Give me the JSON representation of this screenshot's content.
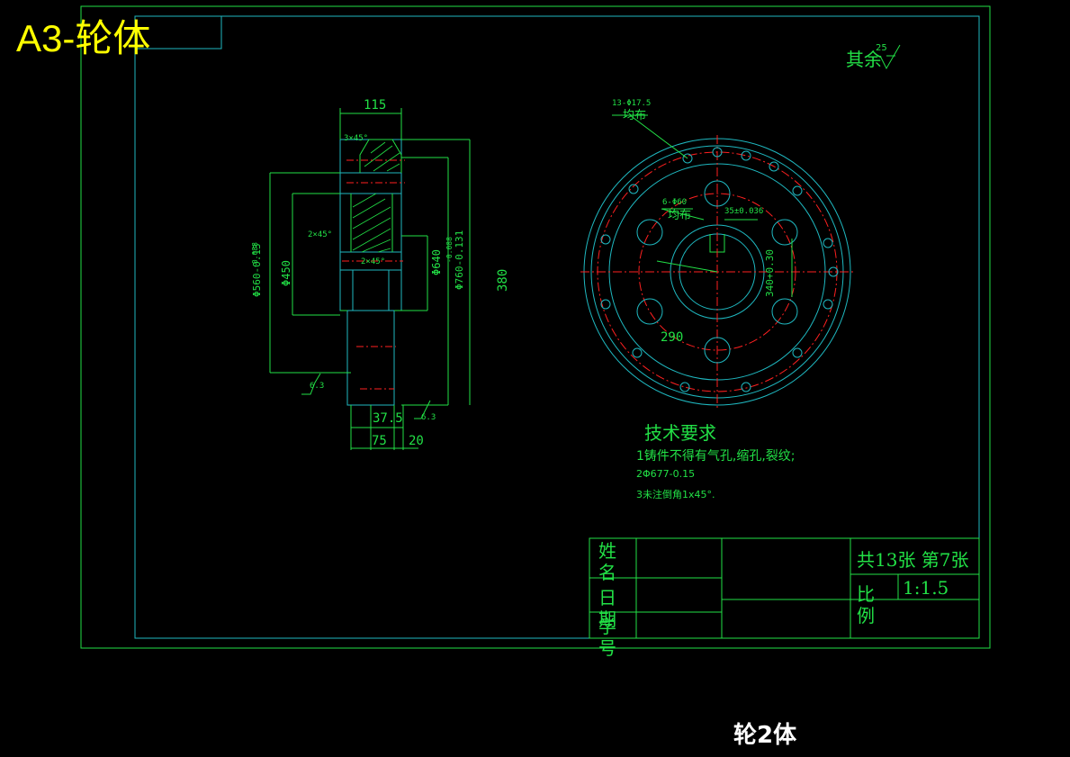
{
  "sheet": {
    "title": "A3-轮体",
    "surface_finish_note": "其余",
    "surface_finish_value": "25",
    "bottom_caption": "轮2体"
  },
  "side_view": {
    "dim_top": "115",
    "dim_chamfer_top": "3×45°",
    "dim_chamfer_mid": "2×45°",
    "dim_chamfer_inner": "2×45°",
    "dim_d560": "Φ560-0.13",
    "dim_d560_tol": "-0.088",
    "dim_d450": "Φ450",
    "dim_d640": "Φ640",
    "dim_d760": "Φ760-0.131",
    "dim_d760_tol": "-0.088",
    "dim_h380": "380",
    "dim_375": "37.5",
    "dim_75": "75",
    "dim_20": "20",
    "roughness_a": "6.3",
    "roughness_b": "6.3"
  },
  "front_view": {
    "holes13_label": "13-Φ17.5",
    "holes13_sub": "均布",
    "holes6_label": "6-Φ60",
    "holes6_sub": "均布",
    "keyway_width": "35±0.036",
    "keyway_depth": "340+0.30",
    "dim_290": "290"
  },
  "tech": {
    "heading": "技术要求",
    "item1": "1铸件不得有气孔,缩孔,裂纹;",
    "item2": "2Φ677-0.15",
    "item3": "3未注倒角1x45°."
  },
  "title_block": {
    "name_label": "姓名",
    "date_label": "日期",
    "student_id_label": "学号",
    "sheets": "共13张  第7张",
    "scale_label": "比例",
    "scale_value": "1:1.5"
  },
  "colors": {
    "outline": "#22e046",
    "cyan": "#1fb8c0",
    "red": "#ff2020",
    "title": "#ffff00"
  }
}
